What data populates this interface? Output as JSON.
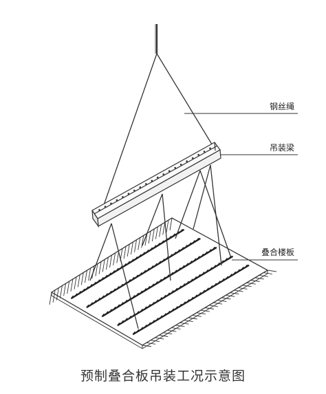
{
  "labels": {
    "wire_rope": "钢丝绳",
    "lifting_beam": "吊装梁",
    "composite_slab": "叠合楼板"
  },
  "caption": "预制叠合板吊装工况示意图",
  "colors": {
    "line": "#333333",
    "background": "#ffffff"
  }
}
